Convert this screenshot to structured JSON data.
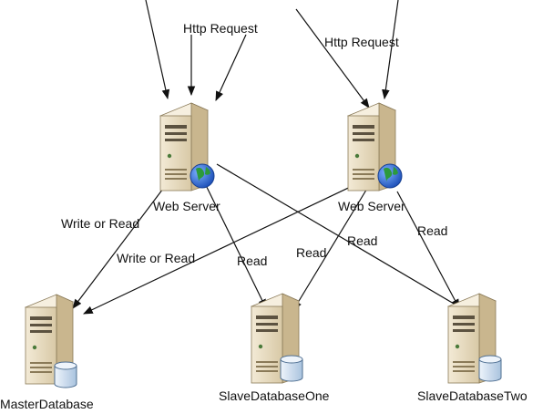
{
  "labels": {
    "http_request_left": "Http Request",
    "http_request_right": "Http Request",
    "web_server_left": "Web Server",
    "web_server_right": "Web Server",
    "write_or_read_1": "Write or Read",
    "write_or_read_2": "Write or Read",
    "read_1": "Read",
    "read_2": "Read",
    "read_3": "Read",
    "read_4": "Read",
    "master_db": "MasterDatabase",
    "slave_db_one": "SlaveDatabaseOne",
    "slave_db_two": "SlaveDatabaseTwo"
  },
  "icons": {
    "server": "server-tower-icon",
    "globe": "globe-icon",
    "database": "database-cylinder-icon"
  },
  "colors": {
    "server_body": "#e8dcc0",
    "server_shadow": "#b9a988",
    "globe": "#2e6fd6",
    "db_cylinder": "#cfe0f2",
    "line": "#111111"
  }
}
